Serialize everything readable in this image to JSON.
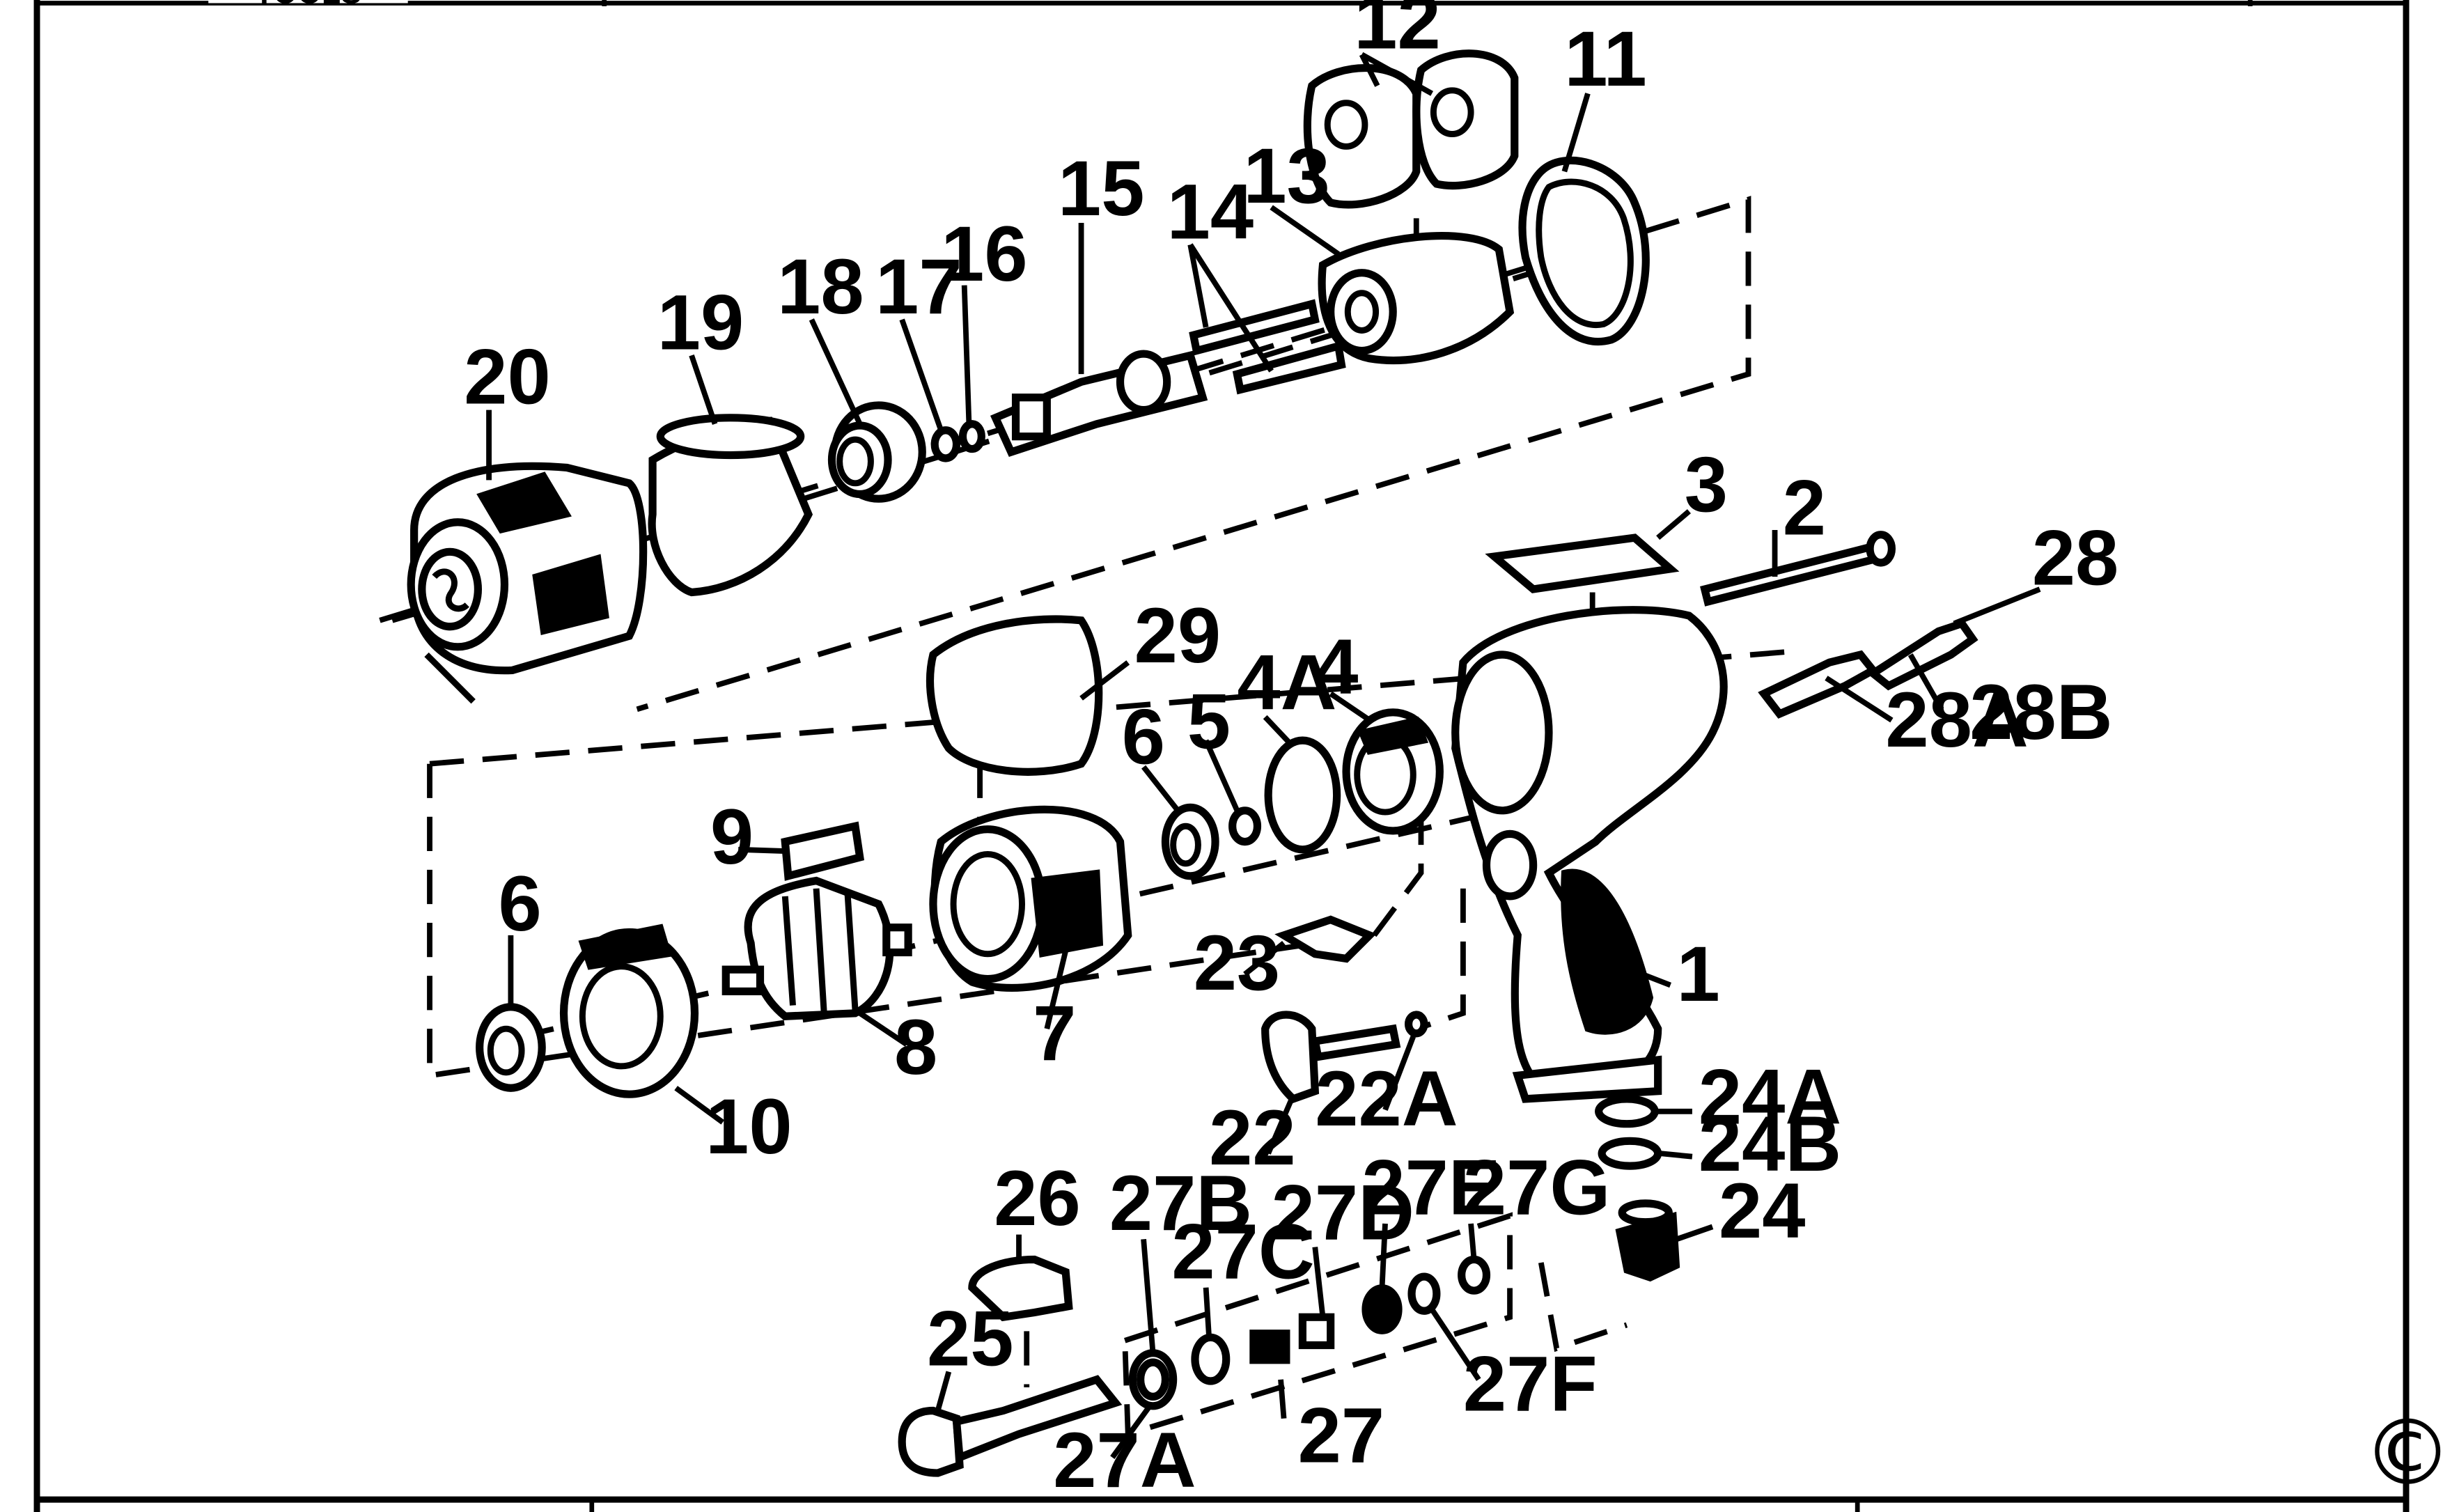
{
  "diagram": {
    "header_text": "TOOLS",
    "copyright_symbol": "©",
    "callouts": [
      {
        "id": "c1",
        "label": "1"
      },
      {
        "id": "c2",
        "label": "2"
      },
      {
        "id": "c3",
        "label": "3"
      },
      {
        "id": "c4",
        "label": "4"
      },
      {
        "id": "c4a",
        "label": "4A"
      },
      {
        "id": "c5",
        "label": "5"
      },
      {
        "id": "c6a",
        "label": "6"
      },
      {
        "id": "c6b",
        "label": "6"
      },
      {
        "id": "c7",
        "label": "7"
      },
      {
        "id": "c8",
        "label": "8"
      },
      {
        "id": "c9",
        "label": "9"
      },
      {
        "id": "c10",
        "label": "10"
      },
      {
        "id": "c11",
        "label": "11"
      },
      {
        "id": "c12",
        "label": "12"
      },
      {
        "id": "c13",
        "label": "13"
      },
      {
        "id": "c14",
        "label": "14"
      },
      {
        "id": "c15",
        "label": "15"
      },
      {
        "id": "c16",
        "label": "16"
      },
      {
        "id": "c17",
        "label": "17"
      },
      {
        "id": "c18",
        "label": "18"
      },
      {
        "id": "c19",
        "label": "19"
      },
      {
        "id": "c20",
        "label": "20"
      },
      {
        "id": "c22",
        "label": "22"
      },
      {
        "id": "c22a",
        "label": "22A"
      },
      {
        "id": "c23",
        "label": "23"
      },
      {
        "id": "c24",
        "label": "24"
      },
      {
        "id": "c24a",
        "label": "24A"
      },
      {
        "id": "c24b",
        "label": "24B"
      },
      {
        "id": "c25",
        "label": "25"
      },
      {
        "id": "c26",
        "label": "26"
      },
      {
        "id": "c27",
        "label": "27"
      },
      {
        "id": "c27a",
        "label": "27A"
      },
      {
        "id": "c27b",
        "label": "27B"
      },
      {
        "id": "c27c",
        "label": "27C"
      },
      {
        "id": "c27d",
        "label": "27D"
      },
      {
        "id": "c27e",
        "label": "27E"
      },
      {
        "id": "c27f",
        "label": "27F"
      },
      {
        "id": "c27g",
        "label": "27G"
      },
      {
        "id": "c28",
        "label": "28"
      },
      {
        "id": "c28a",
        "label": "28A"
      },
      {
        "id": "c28b",
        "label": "28B"
      },
      {
        "id": "c29",
        "label": "29"
      }
    ]
  }
}
